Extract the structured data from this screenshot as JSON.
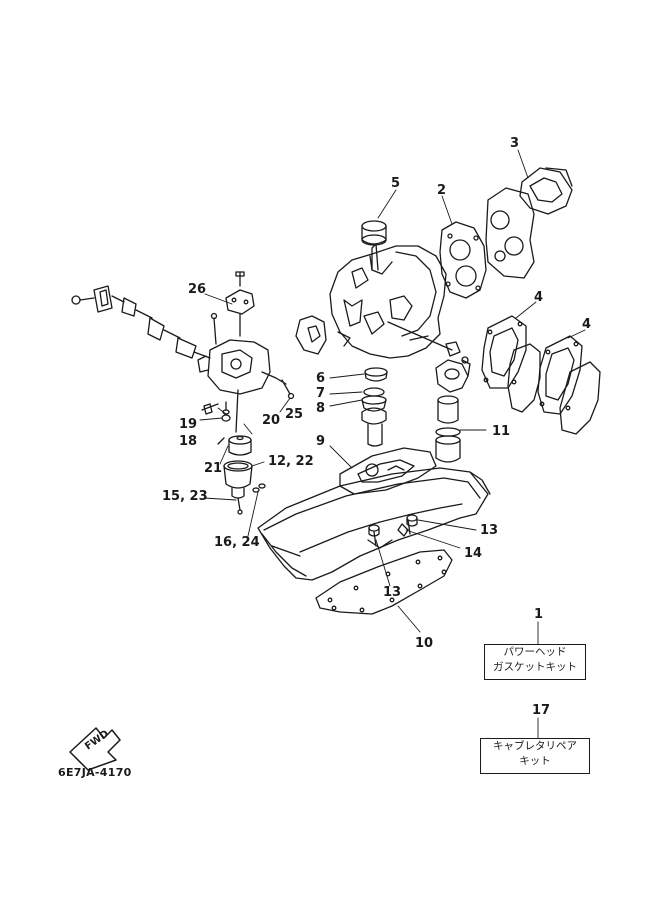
{
  "diagram": {
    "labels": {
      "p1": "1",
      "p2": "2",
      "p3": "3",
      "p4a": "4",
      "p4b": "4",
      "p5": "5",
      "p6": "6",
      "p7": "7",
      "p8": "8",
      "p9": "9",
      "p10": "10",
      "p11": "11",
      "p12_22": "12, 22",
      "p13a": "13",
      "p13b": "13",
      "p14": "14",
      "p15_23": "15, 23",
      "p16_24": "16, 24",
      "p17": "17",
      "p18": "18",
      "p19": "19",
      "p20": "20",
      "p21": "21",
      "p25": "25",
      "p26": "26"
    },
    "kit_1": {
      "line1": "パワーヘッド",
      "line2": "ガスケットキット"
    },
    "kit_17": {
      "line1": "キャブレタリペア",
      "line2": "キット"
    },
    "fwd": "FWD",
    "code": "6E7JA-4170"
  }
}
